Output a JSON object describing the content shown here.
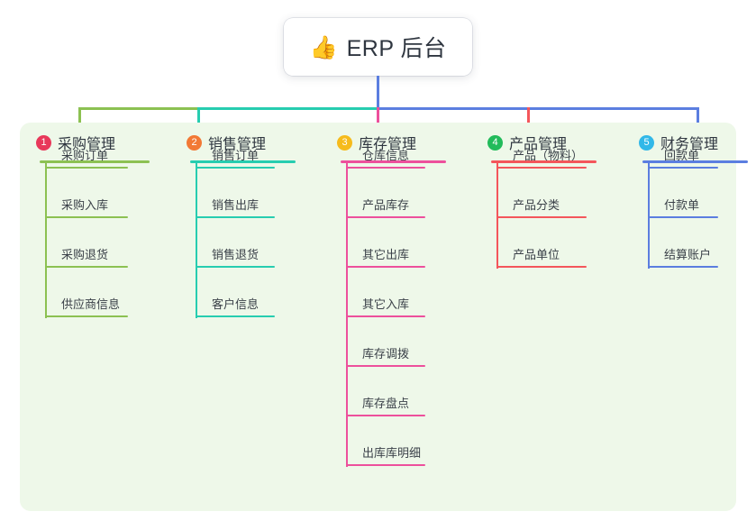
{
  "diagram": {
    "type": "mindmap",
    "root": {
      "icon": "thumbs-up-emoji",
      "icon_glyph": "👍",
      "title": "ERP 后台"
    },
    "panel_color": "#eef8e9",
    "branches": [
      {
        "number": "1",
        "title": "采购管理",
        "badge_color": "#e8385a",
        "line_color": "#8cc152",
        "items": [
          "采购订单",
          "采购入库",
          "采购退货",
          "供应商信息"
        ]
      },
      {
        "number": "2",
        "title": "销售管理",
        "badge_color": "#f27935",
        "line_color": "#27cdb0",
        "items": [
          "销售订单",
          "销售出库",
          "销售退货",
          "客户信息"
        ]
      },
      {
        "number": "3",
        "title": "库存管理",
        "badge_color": "#f6bb1c",
        "line_color": "#ed509c",
        "items": [
          "仓库信息",
          "产品库存",
          "其它出库",
          "其它入库",
          "库存调拨",
          "库存盘点",
          "出库库明细"
        ]
      },
      {
        "number": "4",
        "title": "产品管理",
        "badge_color": "#22bb5b",
        "line_color": "#f4565b",
        "items": [
          "产品（物料）",
          "产品分类",
          "产品单位"
        ]
      },
      {
        "number": "5",
        "title": "财务管理",
        "badge_color": "#32b8e8",
        "line_color": "#5b7ee0",
        "items": [
          "回款单",
          "付款单",
          "结算账户"
        ]
      }
    ],
    "connectors": {
      "root_stem_color": "#5b7ee0",
      "bus_segments": [
        {
          "color": "#8cc152"
        },
        {
          "color": "#27cdb0"
        },
        {
          "color": "#5b7ee0"
        }
      ]
    }
  }
}
